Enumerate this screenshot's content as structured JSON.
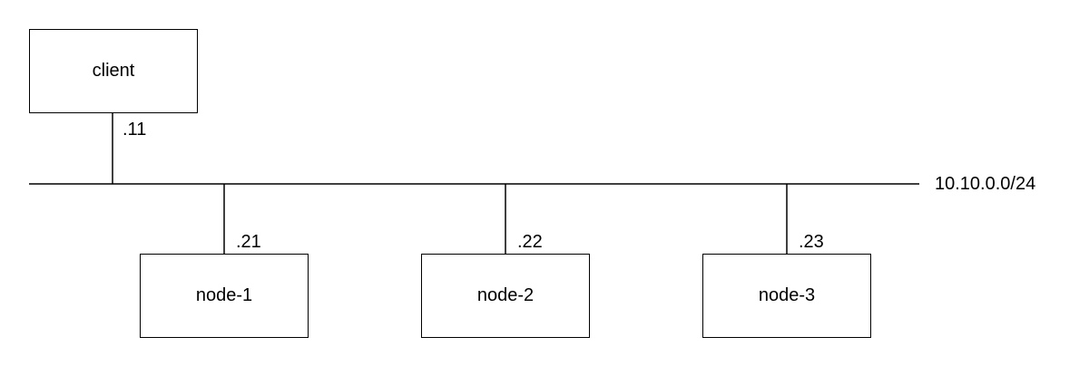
{
  "network": {
    "subnet_label": "10.10.0.0/24"
  },
  "hosts": {
    "client": {
      "label": "client",
      "address": ".11"
    },
    "node1": {
      "label": "node-1",
      "address": ".21"
    },
    "node2": {
      "label": "node-2",
      "address": ".22"
    },
    "node3": {
      "label": "node-3",
      "address": ".23"
    }
  },
  "colors": {
    "stroke": "#000000",
    "background": "#ffffff"
  }
}
